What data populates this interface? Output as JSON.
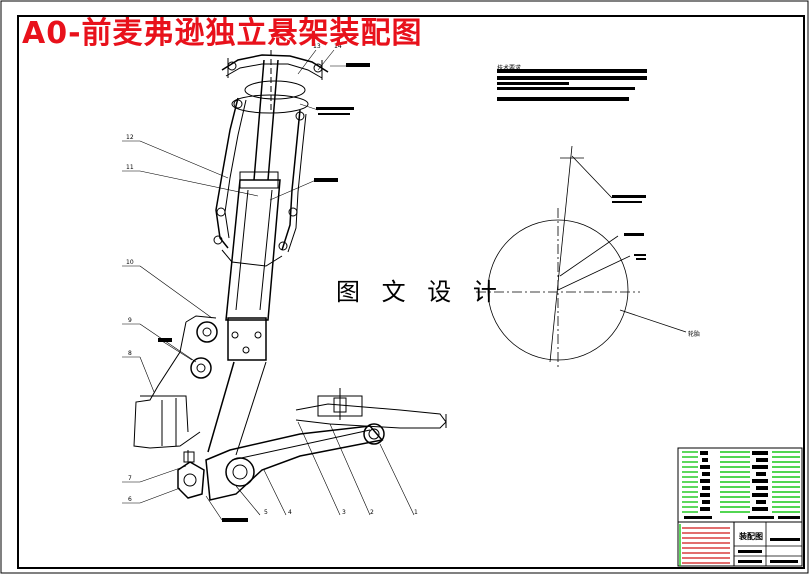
{
  "title": "A0-前麦弗逊独立悬架装配图",
  "watermark": "图 文 设 计",
  "tech_req_heading": "技术要求",
  "title_block_name": "装配图",
  "part_labels": [
    "1",
    "2",
    "3",
    "4",
    "5",
    "6",
    "7",
    "8",
    "9",
    "10",
    "11",
    "12",
    "13",
    "14"
  ],
  "wheel_note": "轮胎",
  "colors": {
    "title": "#e8111b",
    "line": "#000000",
    "table_green": "#18c818",
    "table_red": "#d01818"
  }
}
